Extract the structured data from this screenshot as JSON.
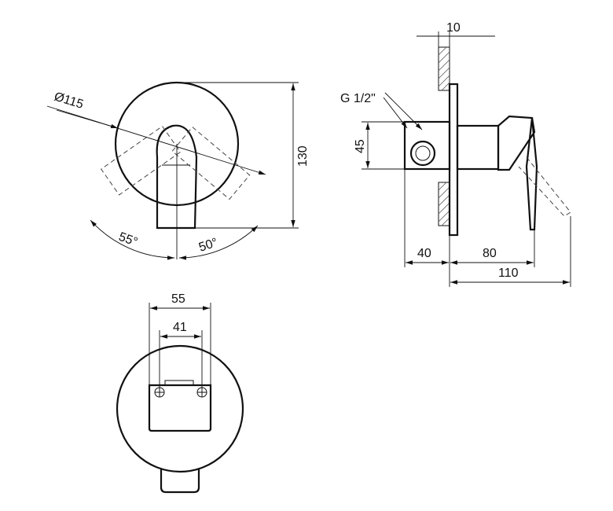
{
  "front_view": {
    "diameter_label": "Ø115",
    "height_label": "130",
    "angle_left_label": "55°",
    "angle_right_label": "50°"
  },
  "side_view": {
    "thread_label": "G 1/2\"",
    "top_label": "10",
    "height_label": "45",
    "dim_40_label": "40",
    "dim_80_label": "80",
    "dim_110_label": "110"
  },
  "rear_view": {
    "outer_width_label": "55",
    "inner_width_label": "41"
  }
}
